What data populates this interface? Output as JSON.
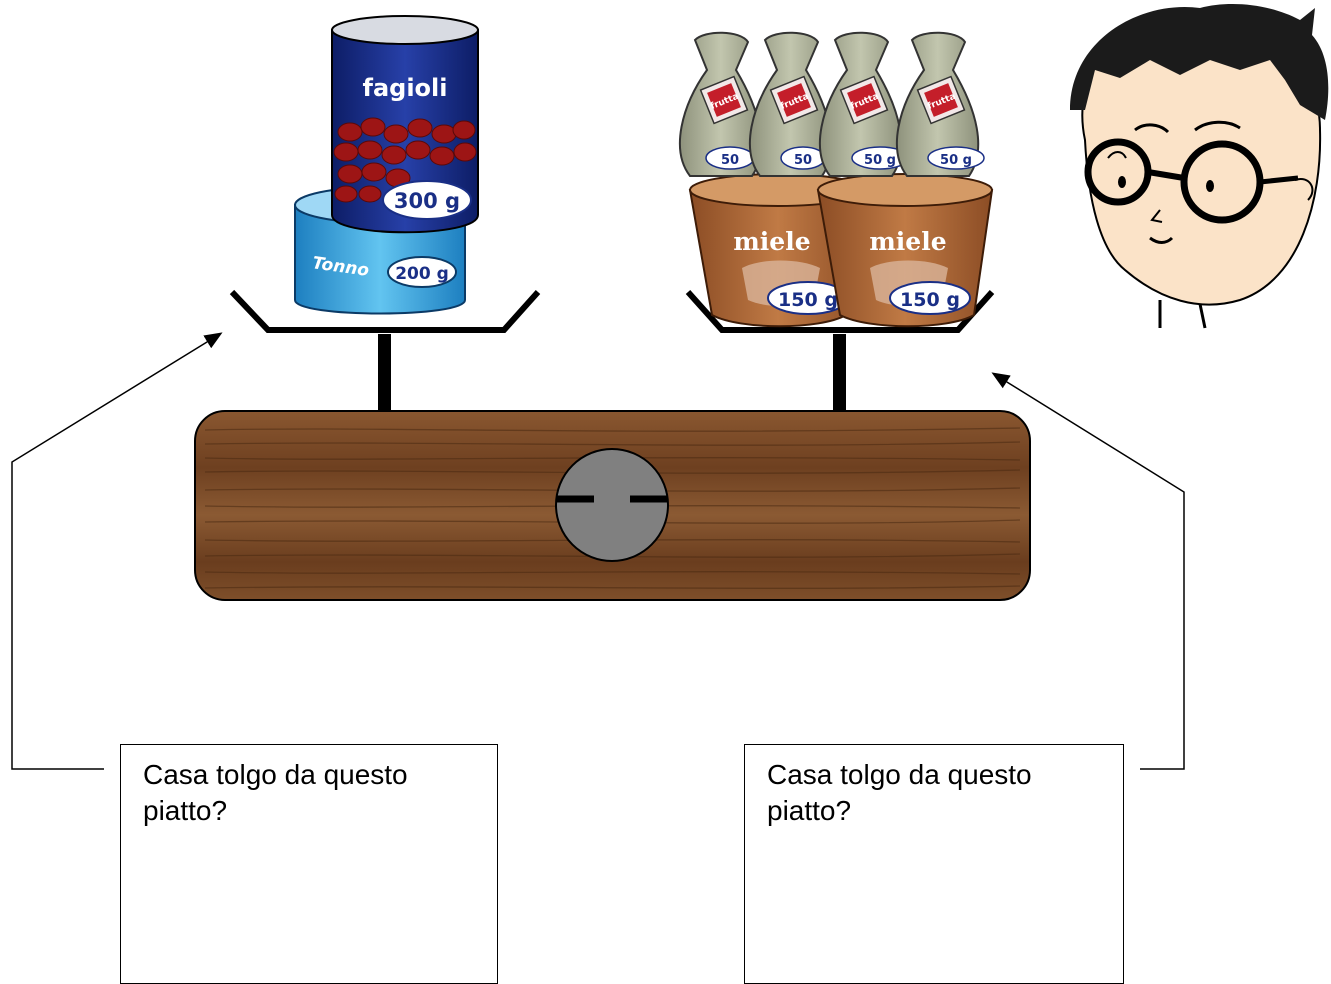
{
  "left_pan": {
    "items": [
      {
        "name": "bean-can",
        "label": "fagioli",
        "weight": "300 g"
      },
      {
        "name": "tuna-can",
        "label": "Tonno",
        "weight": "200 g"
      }
    ]
  },
  "right_pan": {
    "bags": [
      {
        "label": "frutta",
        "weight": "50"
      },
      {
        "label": "frutta",
        "weight": "50"
      },
      {
        "label": "frutta",
        "weight": "50 g"
      },
      {
        "label": "frutta",
        "weight": "50 g"
      }
    ],
    "honey_jars": [
      {
        "label": "miele",
        "weight": "150 g"
      },
      {
        "label": "miele",
        "weight": "150 g"
      }
    ]
  },
  "questions": {
    "left": "Casa tolgo da questo piatto?",
    "right": "Casa tolgo da questo piatto?"
  },
  "colors": {
    "wood": "#7a4a26",
    "dial": "#808080",
    "can_blue": "#1a2f86",
    "tuna_blue": "#3ba6e0",
    "bag": "#a9ad95",
    "honey": "#b06a3a"
  }
}
